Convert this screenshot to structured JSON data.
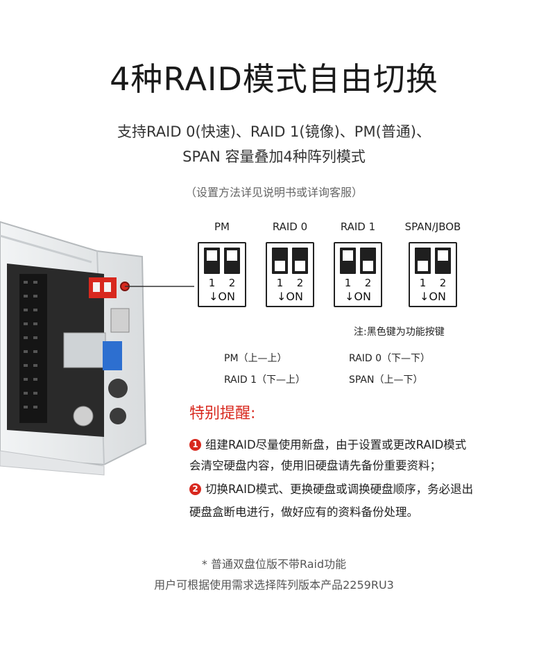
{
  "title": "4种RAID模式自由切换",
  "subtitle": {
    "line1": "支持RAID 0(快速)、RAID 1(镜像)、PM(普通)、",
    "line2": "SPAN 容量叠加4种阵列模式"
  },
  "setup_note": "（设置方法详见说明书或详询客服）",
  "switches": [
    {
      "label": "PM",
      "keys": [
        "up",
        "up"
      ]
    },
    {
      "label": "RAID 0",
      "keys": [
        "down",
        "down"
      ]
    },
    {
      "label": "RAID 1",
      "keys": [
        "up",
        "down"
      ]
    },
    {
      "label": "SPAN/JBOB",
      "keys": [
        "down",
        "up"
      ]
    }
  ],
  "switch_numbers": [
    "1",
    "2"
  ],
  "switch_on_label": "↓ON",
  "legend": "注:黑色键为功能按键",
  "modes": {
    "pm": "PM（上—上）",
    "raid0": "RAID 0（下—下）",
    "raid1": "RAID 1（下—上）",
    "span": "SPAN（上—下）"
  },
  "warning": {
    "title": "特别提醒:",
    "b1": "1",
    "b2": "2",
    "line1": "组建RAID尽量使用新盘，由于设置或更改RAID模式",
    "line2": "会清空硬盘内容，使用旧硬盘请先备份重要资料；",
    "line3": "切换RAID模式、更换硬盘或调换硬盘顺序，务必退出",
    "line4": "硬盘盒断电进行，做好应有的资料备份处理。"
  },
  "footer": {
    "line1": "*  普通双盘位版不带Raid功能",
    "line2": "用户可根据使用需求选择阵列版本产品2259RU3"
  },
  "colors": {
    "accent_red": "#d8281e",
    "switch_dark": "#1f1f1f"
  }
}
